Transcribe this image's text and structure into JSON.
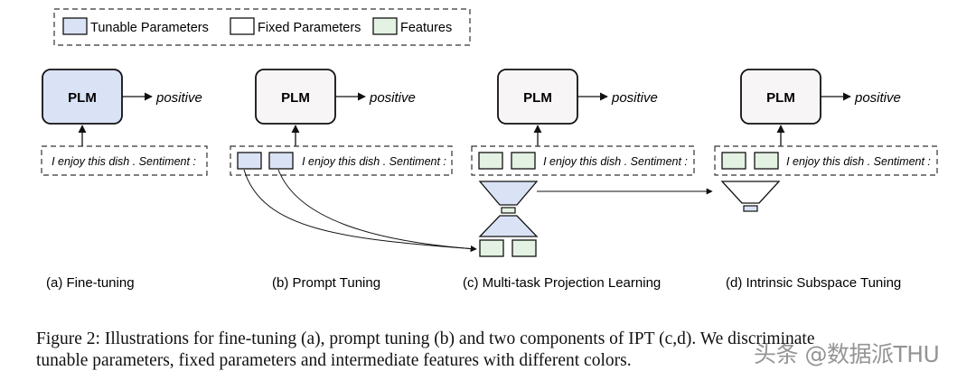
{
  "colors": {
    "tunable": "#dae3f6",
    "fixed": "#ffffff",
    "feature": "#e3f2e2",
    "plm_fixed": "#f7f5f5",
    "stroke": "#111111"
  },
  "legend": {
    "tunable": "Tunable Parameters",
    "fixed": "Fixed Parameters",
    "features": "Features"
  },
  "model_label": "PLM",
  "output_label": "positive",
  "input_text": "I enjoy this dish . Sentiment :",
  "panels": {
    "a": "(a) Fine-tuning",
    "b": "(b) Prompt Tuning",
    "c": "(c) Multi-task Projection Learning",
    "d": "(d) Intrinsic Subspace Tuning"
  },
  "caption": {
    "line1": "Figure 2: Illustrations for fine-tuning (a), prompt tuning (b) and two components of IPT (c,d). We discriminate",
    "line2": "tunable parameters, fixed parameters and intermediate features with different colors."
  },
  "watermark": "头条 @数据派THU"
}
